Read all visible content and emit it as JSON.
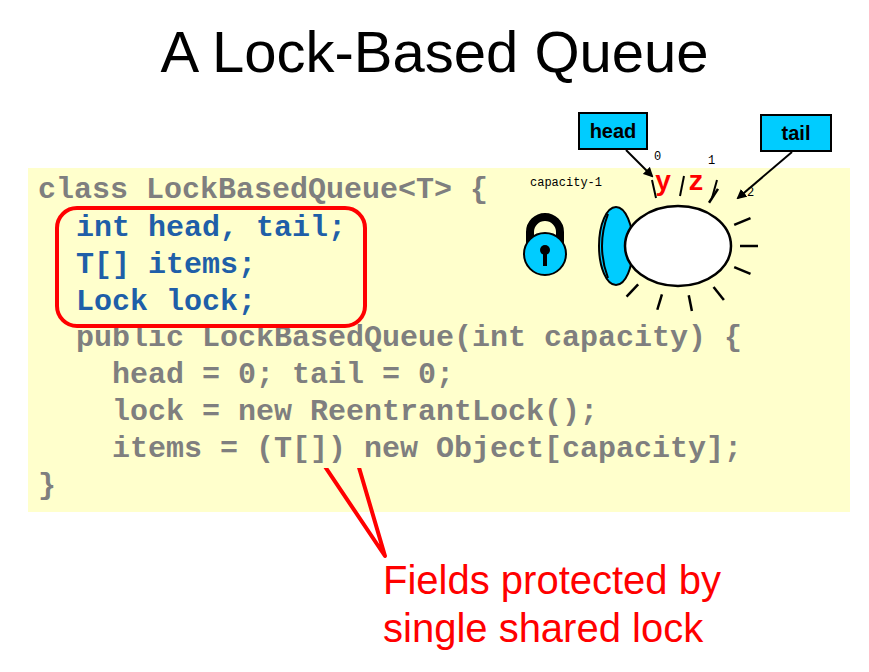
{
  "diagram": {
    "title": "A Lock-Based Queue",
    "nodes": [
      {
        "text": [
          "head"
        ]
      },
      {
        "text": [
          "tail"
        ]
      },
      {
        "text": [
          "class LockBasedQueue<T> {",
          "public LockBasedQueue(int capacity) {",
          "head = 0; tail = 0;",
          "lock = new ReentrantLock();",
          "items = (T[]) new Object[capacity];",
          "}"
        ]
      },
      {
        "text": [
          "int head, tail;",
          "T[] items;",
          "Lock lock;"
        ],
        "in": 2
      }
    ],
    "labels": [
      "capacity-1",
      "0",
      "1",
      "2",
      "y",
      "z",
      "Fields protected by single shared lock"
    ]
  }
}
